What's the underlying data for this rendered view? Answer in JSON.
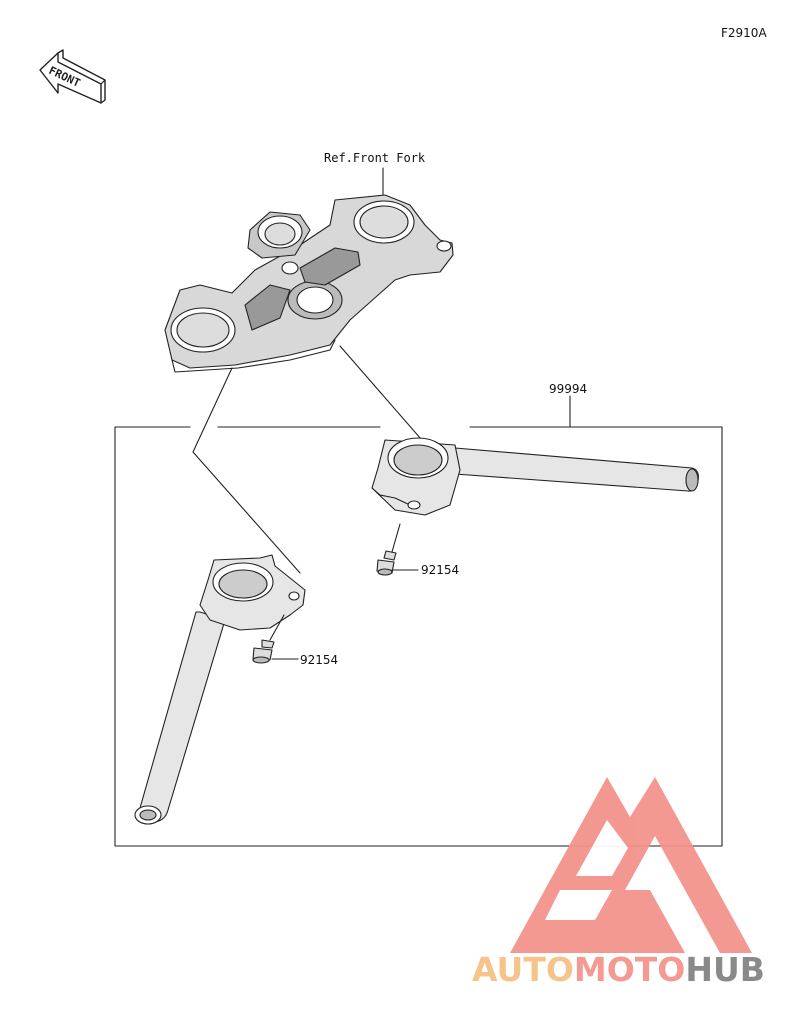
{
  "diagram": {
    "figure_code": "F2910A",
    "front_label": "FRONT",
    "ref_label": "Ref.Front Fork",
    "parts": [
      {
        "number": "99994"
      },
      {
        "number": "92154"
      },
      {
        "number": "92154"
      }
    ]
  },
  "watermark": {
    "word_1": "AUTO",
    "word_2": "MOTO",
    "word_3": "HUB",
    "colors": {
      "auto": "#f6c48a",
      "moto": "#f49a92",
      "hub": "#8a8a8a",
      "logo": "#f3938c"
    }
  }
}
